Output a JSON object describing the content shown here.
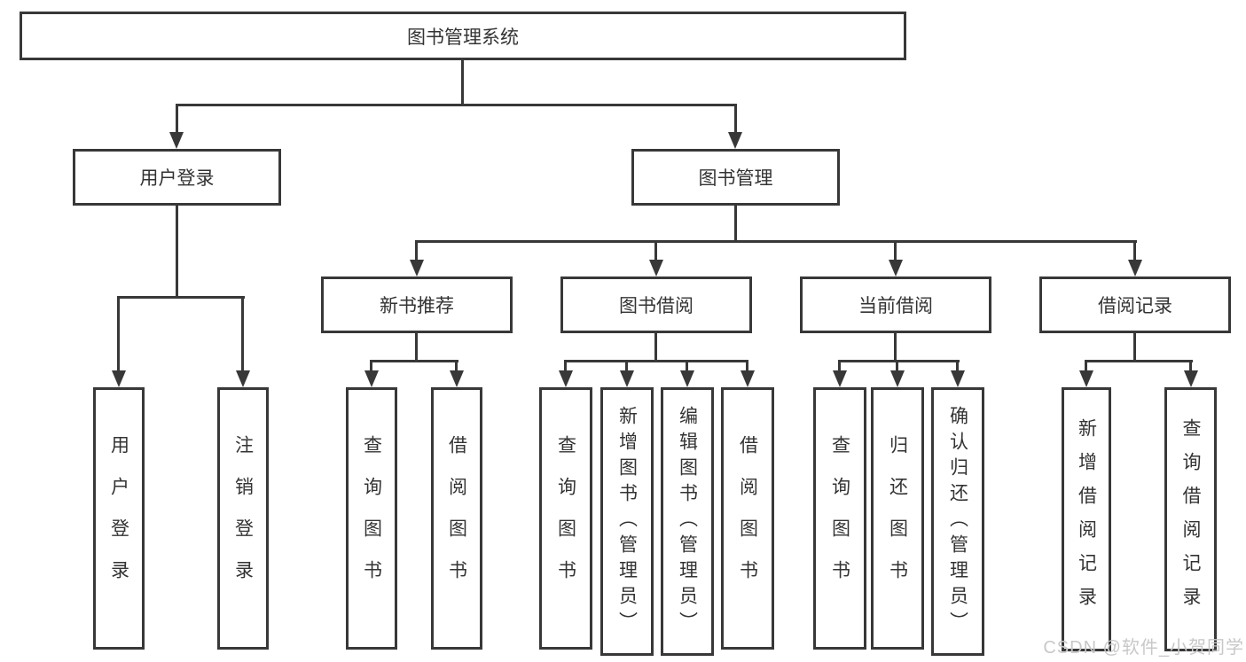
{
  "colors": {
    "line": "#383838",
    "text": "#333333",
    "watermark": "#c8c8c8",
    "background": "#ffffff"
  },
  "watermark": {
    "text": "CSDN @软件_小贺同学"
  },
  "tree": {
    "label": "图书管理系统",
    "children": [
      {
        "label": "用户登录",
        "children": [
          {
            "label": "用户登录"
          },
          {
            "label": "注销登录"
          }
        ]
      },
      {
        "label": "图书管理",
        "children": [
          {
            "label": "新书推荐",
            "children": [
              {
                "label": "查询图书"
              },
              {
                "label": "借阅图书"
              }
            ]
          },
          {
            "label": "图书借阅",
            "children": [
              {
                "label": "查询图书"
              },
              {
                "label": "新增图书（管理员）"
              },
              {
                "label": "编辑图书（管理员）"
              },
              {
                "label": "借阅图书"
              }
            ]
          },
          {
            "label": "当前借阅",
            "children": [
              {
                "label": "查询图书"
              },
              {
                "label": "归还图书"
              },
              {
                "label": "确认归还（管理员）"
              }
            ]
          },
          {
            "label": "借阅记录",
            "children": [
              {
                "label": "新增借阅记录"
              },
              {
                "label": "查询借阅记录"
              }
            ]
          }
        ]
      }
    ]
  }
}
